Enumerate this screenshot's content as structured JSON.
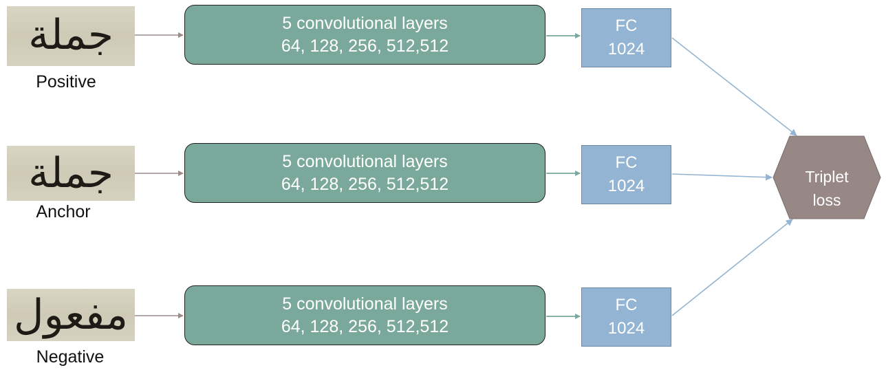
{
  "inputs": [
    {
      "label": "Positive",
      "script_text": "جملة"
    },
    {
      "label": "Anchor",
      "script_text": "جملة"
    },
    {
      "label": "Negative",
      "script_text": "مفعول"
    }
  ],
  "conv_blocks": [
    {
      "line1": "5 convolutional layers",
      "line2": "64, 128, 256, 512,512"
    },
    {
      "line1": "5 convolutional layers",
      "line2": "64, 128, 256, 512,512"
    },
    {
      "line1": "5 convolutional layers",
      "line2": "64, 128, 256, 512,512"
    }
  ],
  "fc_blocks": [
    {
      "line1": "FC",
      "line2": "1024"
    },
    {
      "line1": "FC",
      "line2": "1024"
    },
    {
      "line1": "FC",
      "line2": "1024"
    }
  ],
  "loss": {
    "line1": "Triplet",
    "line2": "loss"
  },
  "colors": {
    "conv_fill": "#7aa89a",
    "fc_fill": "#93b4d2",
    "loss_fill": "#978886",
    "input_arrow": "#9b8b89",
    "conv_to_fc_arrow": "#7aa89a",
    "fc_to_loss_arrow": "#93b4d2"
  }
}
